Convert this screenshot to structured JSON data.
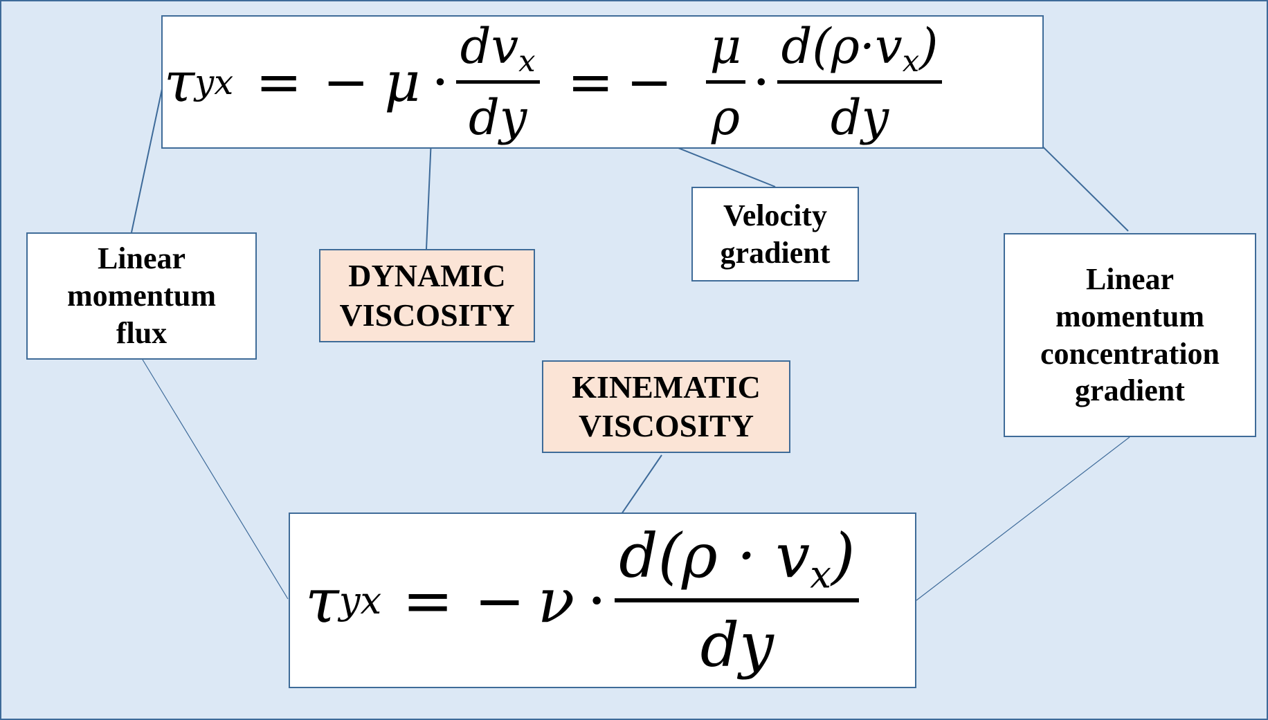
{
  "equation_top": {
    "lhs_symbol": "τ",
    "lhs_sub": "yx",
    "eq1": "=",
    "minus1": "−",
    "mu": "μ",
    "dot1": "·",
    "frac1_num": "dv",
    "frac1_num_sub": "x",
    "frac1_den": "dy",
    "eq2": "=",
    "minus2": "−",
    "frac2_num": "μ",
    "frac2_den": "ρ",
    "dot2": "·",
    "frac3_num_pre": "d(ρ·v",
    "frac3_num_sub": "x",
    "frac3_num_post": ")",
    "frac3_den": "dy"
  },
  "equation_bottom": {
    "lhs_symbol": "τ",
    "lhs_sub": "yx",
    "eq": "=",
    "minus": "−",
    "nu": "ν",
    "dot": "·",
    "frac_num_pre": "d(ρ · v",
    "frac_num_sub": "x",
    "frac_num_post": ")",
    "frac_den": "dy"
  },
  "labels": {
    "momentum_flux": [
      "Linear",
      "momentum",
      "flux"
    ],
    "dynamic_viscosity": [
      "DYNAMIC",
      "VISCOSITY"
    ],
    "velocity_gradient": [
      "Velocity",
      "gradient"
    ],
    "kinematic_viscosity": [
      "KINEMATIC",
      "VISCOSITY"
    ],
    "concentration_gradient": [
      "Linear",
      "momentum",
      "concentration",
      "gradient"
    ]
  },
  "colors": {
    "background": "#dce8f5",
    "box_border": "#3e6b98",
    "label_highlight": "#fbe4d6",
    "connector": "#3d6a99"
  }
}
